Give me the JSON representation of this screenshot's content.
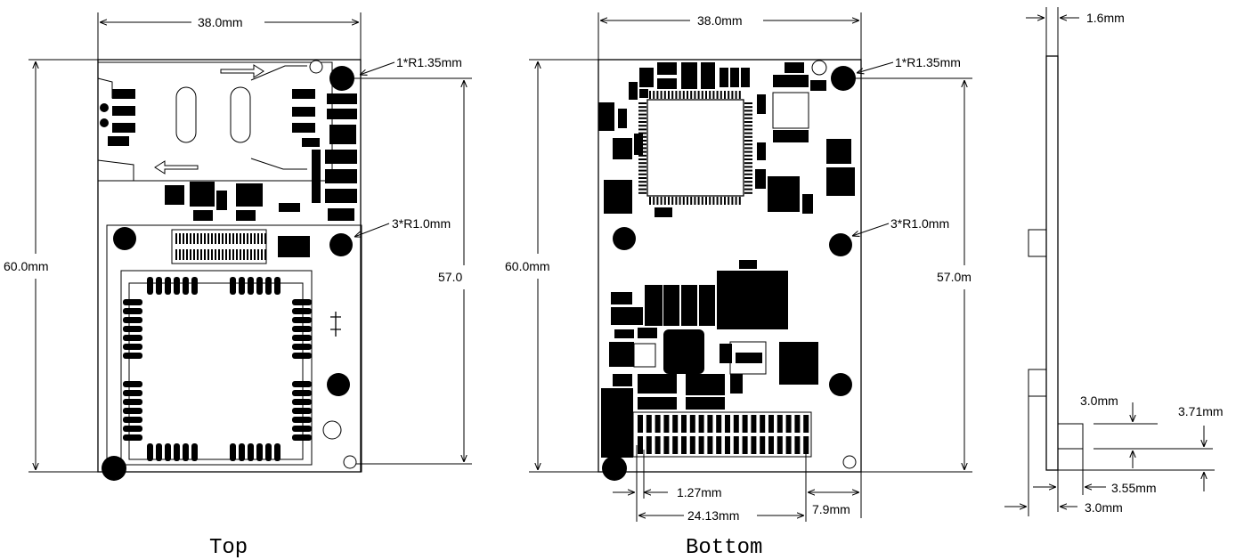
{
  "top_view": {
    "caption": "Top",
    "width_dim": "38.0mm",
    "height_dim": "60.0mm",
    "hole_spacing_dim": "57.0",
    "large_hole_callout": "1*R1.35mm",
    "small_hole_callout": "3*R1.0mm"
  },
  "bottom_view": {
    "caption": "Bottom",
    "width_dim": "38.0mm",
    "height_dim": "60.0mm",
    "hole_spacing_dim": "57.0m",
    "large_hole_callout": "1*R1.35mm",
    "small_hole_callout": "3*R1.0mm",
    "pin_pitch_dim": "1.27mm",
    "header_length_dim": "24.13mm",
    "header_offset_dim": "7.9mm"
  },
  "side_view": {
    "board_thickness_dim": "1.6mm",
    "connector_height_dim": "3.0mm",
    "total_height_dim": "3.71mm",
    "pin_offset_dim": "3.55mm",
    "bottom_offset_dim": "3.0mm"
  }
}
